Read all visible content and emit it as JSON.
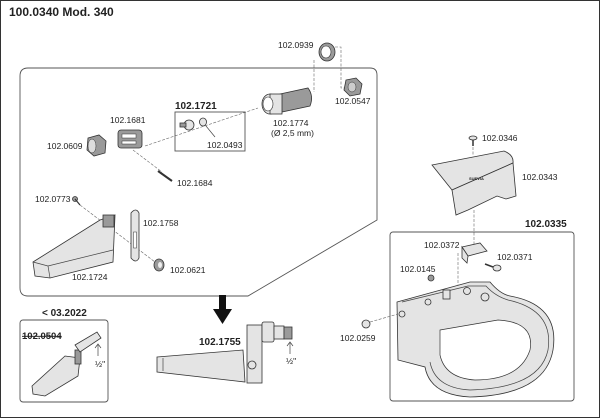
{
  "title": "100.0340 Mod. 340",
  "parts": {
    "p0939": "102.0939",
    "p0547": "102.0547",
    "p1721": "102.1721",
    "p1681": "102.1681",
    "p0609": "102.0609",
    "p0493": "102.0493",
    "p1774": "102.1774",
    "p1774_note": "(Ø 2,5 mm)",
    "p1684": "102.1684",
    "p0773": "102.0773",
    "p1758": "102.1758",
    "p1724": "102.1724",
    "p0621": "102.0621",
    "p1755": "102.1755",
    "p0346": "102.0346",
    "p0343": "102.0343",
    "p0335": "102.0335",
    "p0372": "102.0372",
    "p0371": "102.0371",
    "p0145": "102.0145",
    "p0259": "102.0259"
  },
  "legacy": {
    "date_label": "< 03.2022",
    "part": "102.0504"
  },
  "thread_labels": [
    "½\"",
    "½\""
  ],
  "logo_text": "SUEVIA"
}
